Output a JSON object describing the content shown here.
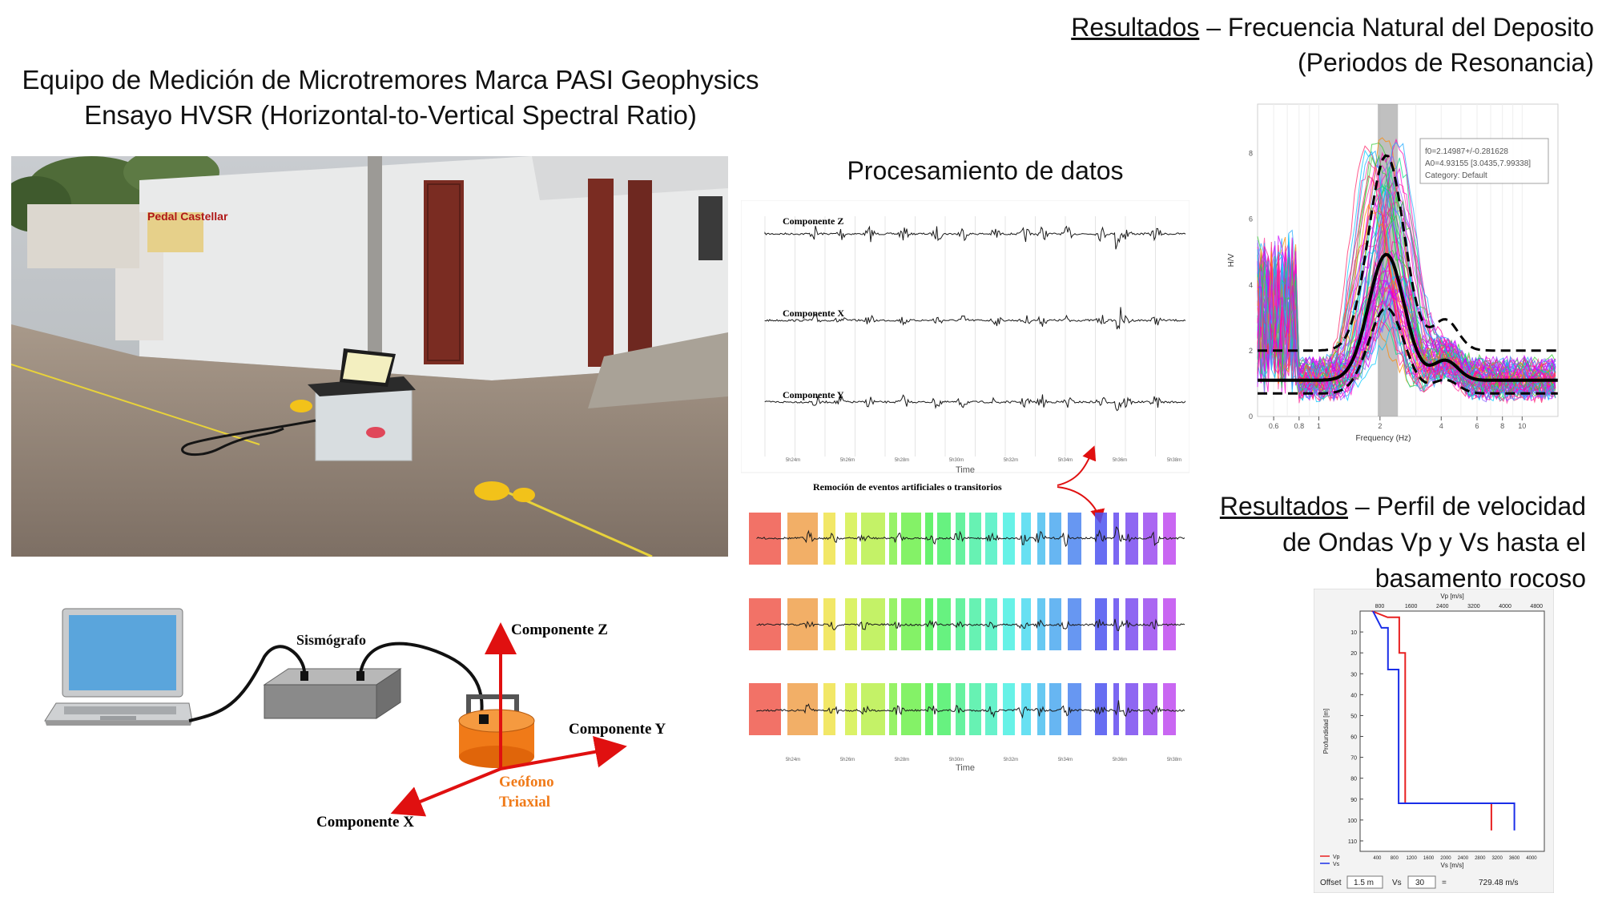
{
  "header": {
    "equipment_title_line1": "Equipo de Medición de Microtremores Marca PASI Geophysics",
    "equipment_title_line2": "Ensayo HVSR (Horizontal-to-Vertical Spectral Ratio)",
    "processing_title": "Procesamiento de datos",
    "results_word": "Resultados",
    "results1_rest_line1": " – Frecuencia Natural del Deposito",
    "results1_line2": "(Periodos de Resonancia)",
    "results2_rest_line1": " – Perfil de velocidad",
    "results2_line2": "de Ondas Vp y Vs hasta el",
    "results2_line3": "basamento rocoso"
  },
  "schematic": {
    "seismograph_label": "Sismógrafo",
    "component_z": "Componente Z",
    "component_y": "Componente Y",
    "component_x": "Componente X",
    "geophone_line1": "Geófono",
    "geophone_line2": "Triaxial"
  },
  "photo": {
    "wall_sign": "Pedal Castellar"
  },
  "processing": {
    "trace_labels": [
      "Componente Z",
      "Componente X",
      "Componente Y"
    ],
    "annotation": "Remoción de eventos artificiales o transitorios",
    "time_axis_label": "Time",
    "time_ticks": [
      "5h24m",
      "5h26m",
      "5h28m",
      "5h30m",
      "5h32m",
      "5h34m",
      "5h36m",
      "5h38m"
    ]
  },
  "hvsr_chart": {
    "ylabel": "H/V",
    "xlabel": "Frequency (Hz)",
    "y_ticks": [
      "0",
      "2",
      "4",
      "6",
      "8"
    ],
    "x_ticks": [
      "0.6",
      "0.8",
      "1",
      "2",
      "4",
      "6",
      "8",
      "10"
    ],
    "info_line1": "f0=2.14987+/-0.281628",
    "info_line2": "A0=4.93155 [3.0435,7.99338]",
    "info_line3": "Category: Default",
    "peak_frequency_hz": 2.14987,
    "peak_amplitude": 4.93155
  },
  "profile_chart": {
    "top_axis_label": "Vp [m/s]",
    "top_ticks": [
      "800",
      "1600",
      "2400",
      "3200",
      "4000",
      "4800"
    ],
    "bottom_axis_label": "Vs [m/s]",
    "bottom_ticks": [
      "400",
      "800",
      "1200",
      "1600",
      "2000",
      "2400",
      "2800",
      "3200",
      "3600",
      "4000"
    ],
    "depth_axis_label": "Profundidad [m]",
    "depth_ticks": [
      "10",
      "20",
      "30",
      "40",
      "50",
      "60",
      "70",
      "80",
      "90",
      "100",
      "110"
    ],
    "legend_vp": "Vp",
    "legend_vs": "Vs",
    "offset_label": "Offset",
    "offset_value": "1.5 m",
    "vs_label": "Vs",
    "vs_depth": "30",
    "equals": "=",
    "vs30_value": "729.48 m/s",
    "vp_color": "#e82020",
    "vs_color": "#1a2ee8"
  }
}
